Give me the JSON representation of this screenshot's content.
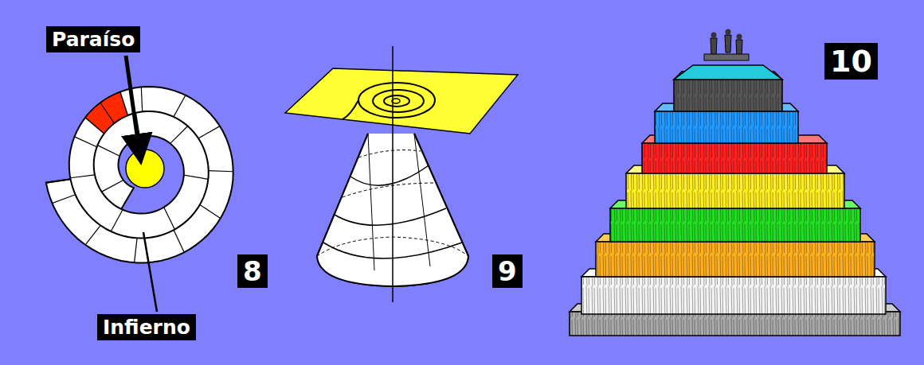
{
  "diagram": {
    "labels": [
      "Paraíso",
      "Infierno",
      "8",
      "9",
      "10"
    ]
  }
}
